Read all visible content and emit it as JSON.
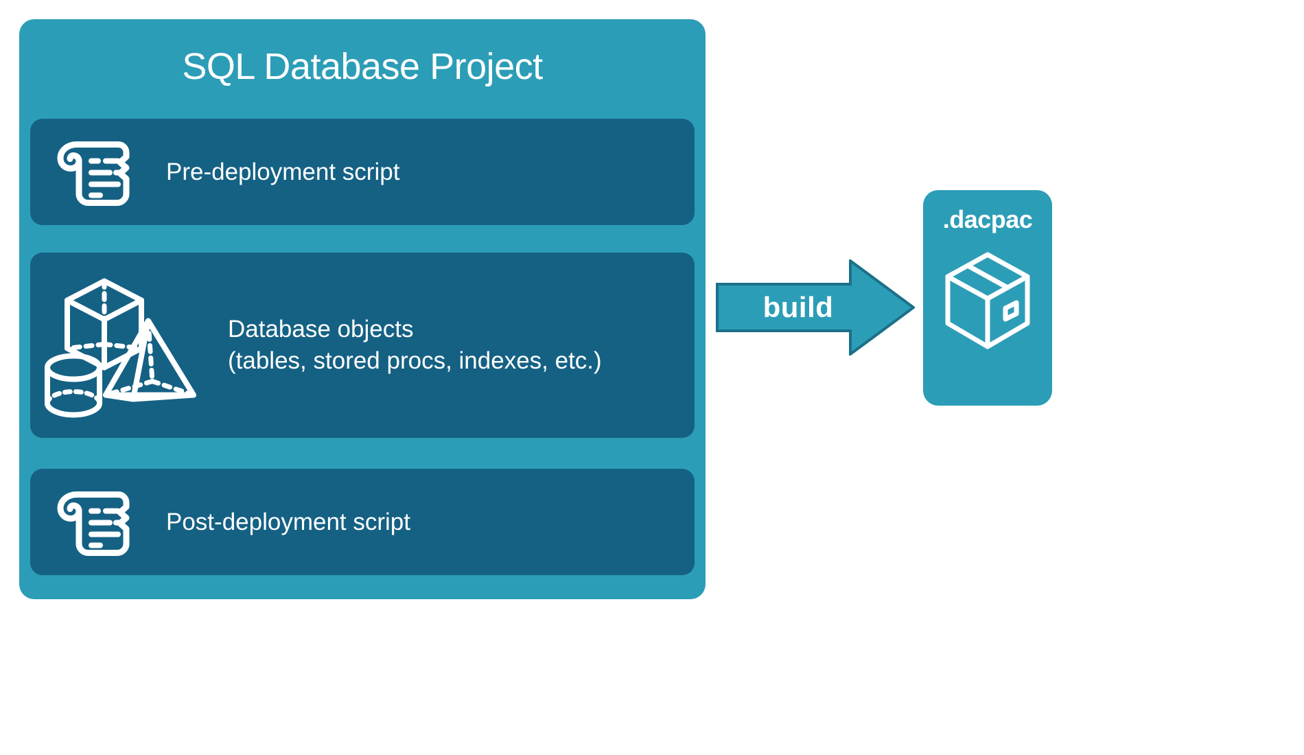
{
  "diagram": {
    "title": "SQL Database Project build produces a .dacpac",
    "colors": {
      "background": "#ffffff",
      "project_card": "#2C9DB7",
      "panel": "#156184",
      "arrow_fill": "#2C9DB7",
      "arrow_stroke": "#1B7089",
      "icon_stroke": "#ffffff",
      "text": "#ffffff"
    }
  },
  "project": {
    "title": "SQL Database Project",
    "panels": [
      {
        "id": "pre-deployment",
        "icon": "scroll-icon",
        "lines": [
          "Pre-deployment script"
        ]
      },
      {
        "id": "database-objects",
        "icon": "3d-shapes-icon",
        "lines": [
          "Database objects",
          "(tables, stored procs, indexes, etc.)"
        ]
      },
      {
        "id": "post-deployment",
        "icon": "scroll-icon",
        "lines": [
          "Post-deployment script"
        ]
      }
    ]
  },
  "arrow": {
    "label": "build",
    "direction": "right",
    "icon": "arrow-right-icon"
  },
  "output": {
    "title": ".dacpac",
    "icon": "package-box-icon"
  }
}
